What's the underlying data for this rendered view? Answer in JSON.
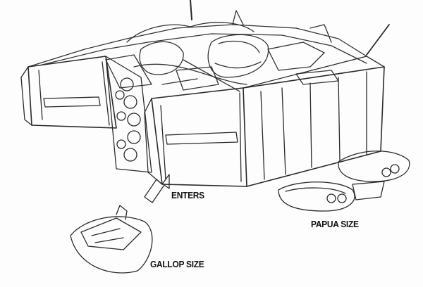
{
  "labels": {
    "enters": "ENTERS",
    "papua_size": "PAPUA SIZE",
    "gallop_size": "GALLOP SIZE"
  },
  "colors": {
    "ink": "#222222",
    "paper": "#fdfdfd"
  }
}
